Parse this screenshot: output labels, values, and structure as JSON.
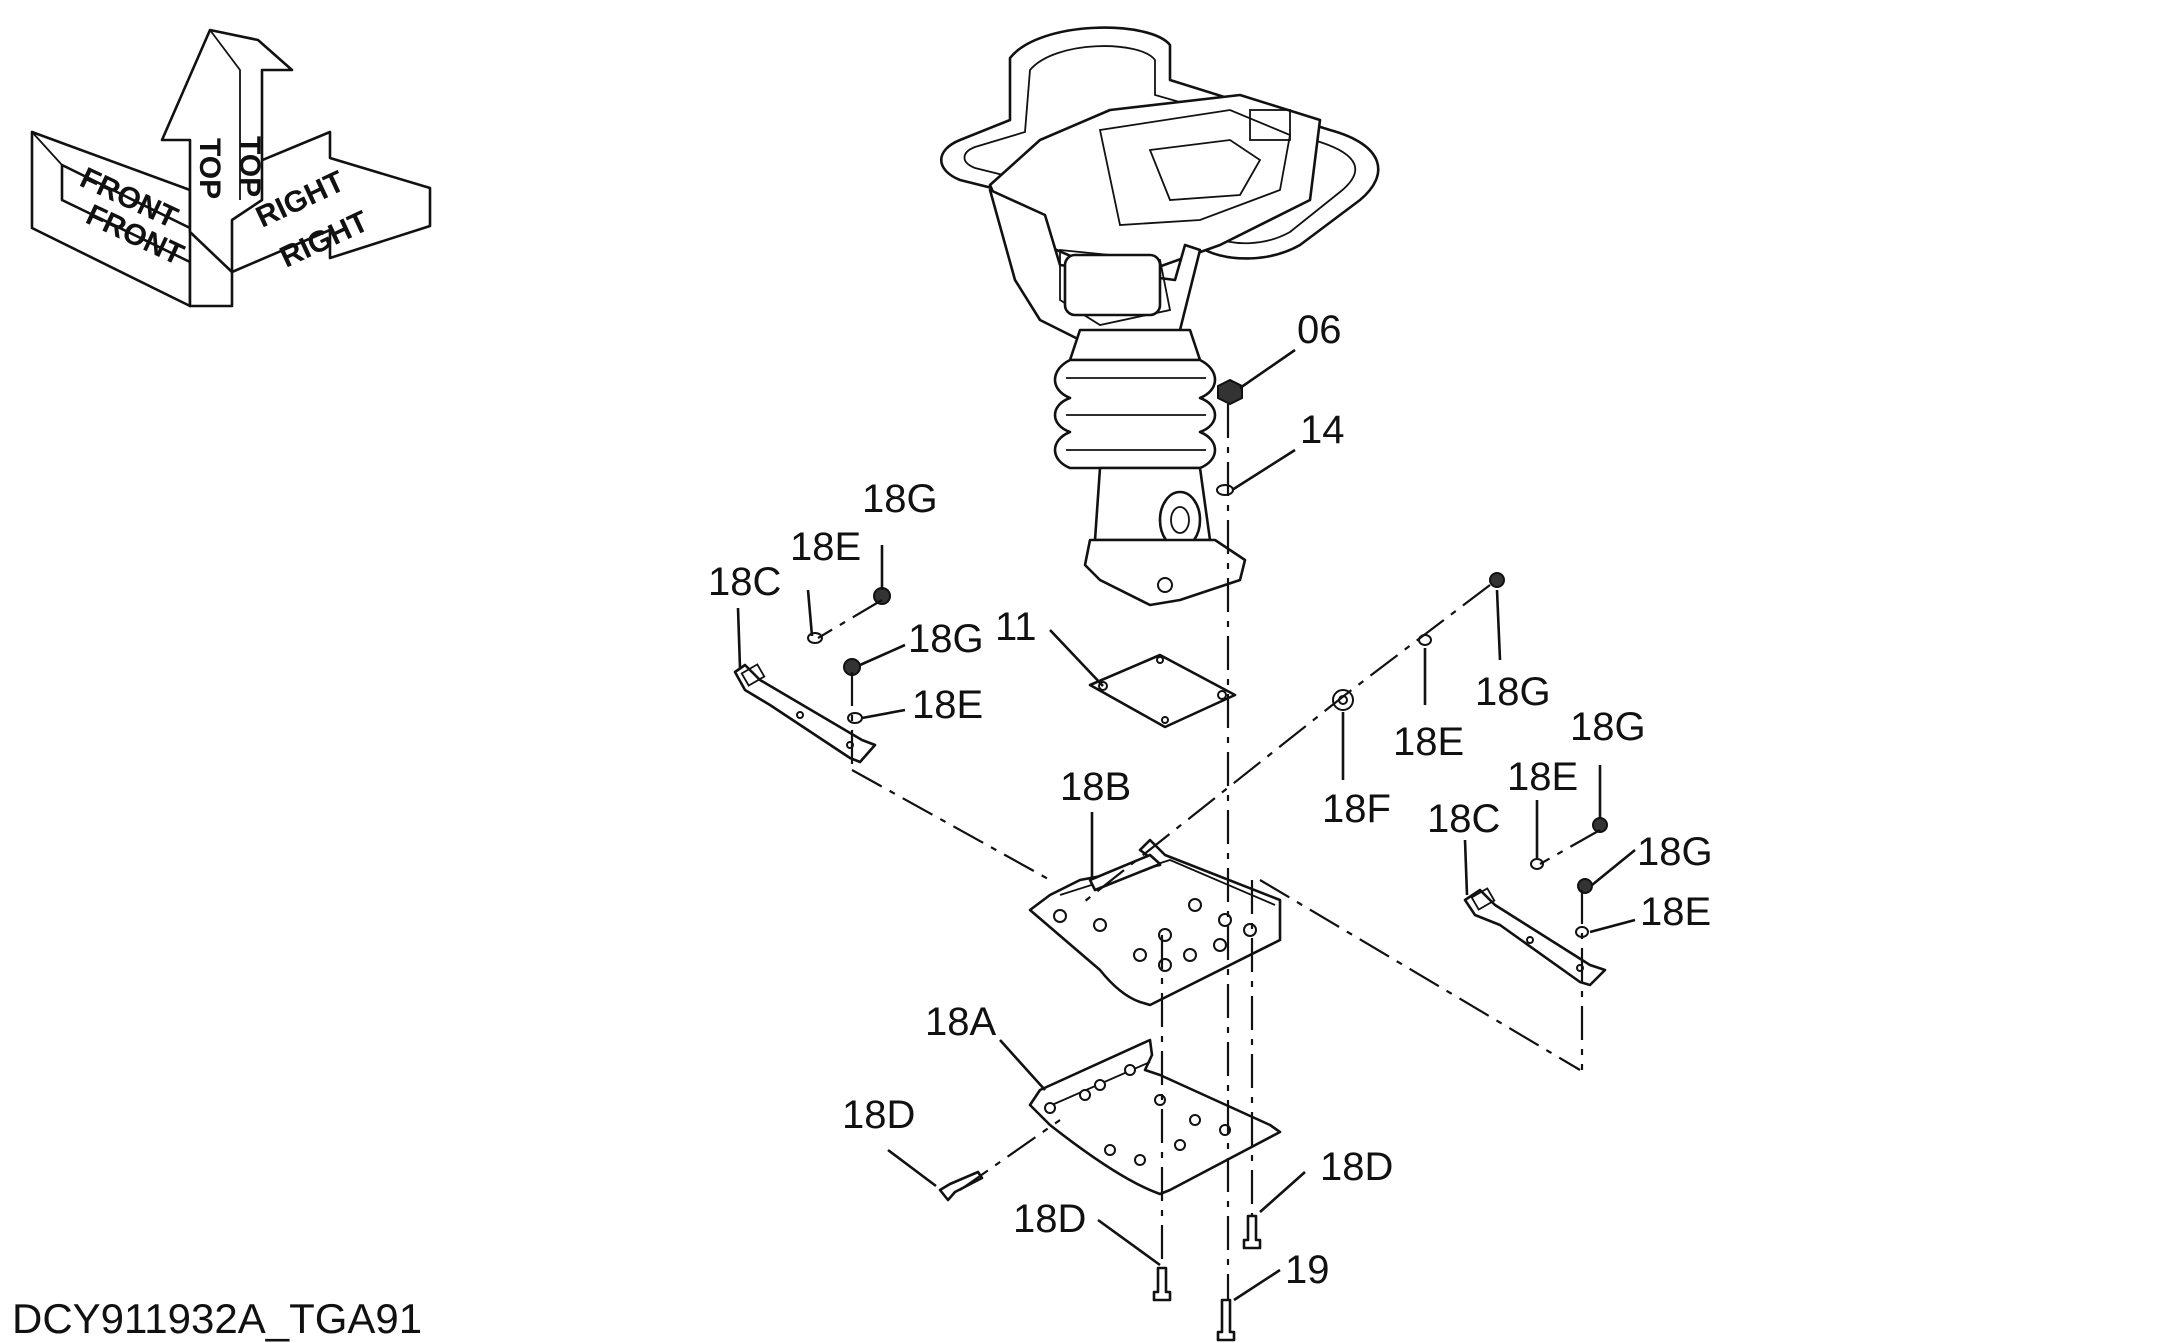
{
  "drawing_number": "DCY911932A_TGA91",
  "orientation": {
    "front": "FRONT",
    "top": "TOP",
    "right": "RIGHT"
  },
  "callouts": {
    "c06": "06",
    "c14": "14",
    "c11": "11",
    "c18G_left_top": "18G",
    "c18E_left_top": "18E",
    "c18C_left": "18C",
    "c18G_left_mid": "18G",
    "c18E_left_mid": "18E",
    "c18B": "18B",
    "c18A": "18A",
    "c18D_left": "18D",
    "c18D_bottom": "18D",
    "c18D_right": "18D",
    "c19": "19",
    "c18F": "18F",
    "c18E_right_top": "18E",
    "c18G_right_top": "18G",
    "c18G_right_2": "18G",
    "c18E_right_2": "18E",
    "c18C_right": "18C",
    "c18G_right_3": "18G",
    "c18E_right_3": "18E"
  }
}
